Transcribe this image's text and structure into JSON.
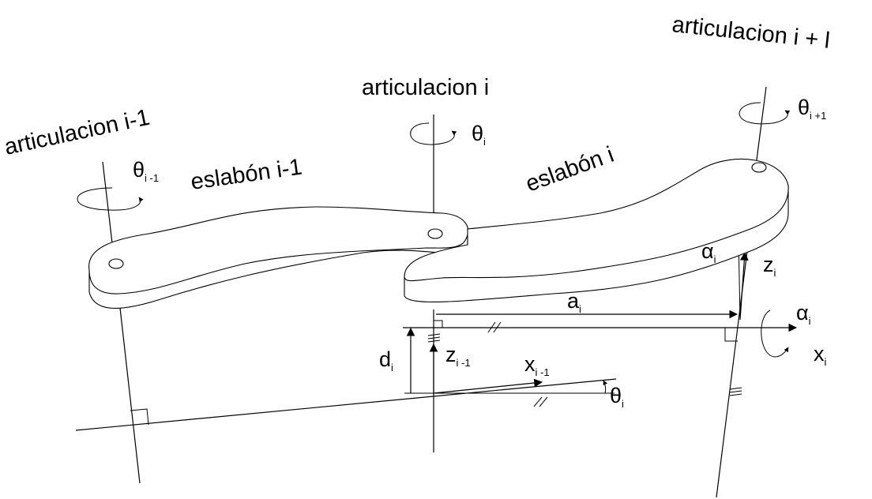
{
  "labels": {
    "joint_prev": "articulacion i-1",
    "joint_i": "articulacion i",
    "joint_next": "articulacion i + l",
    "link_prev": "eslabón i-1",
    "link_i": "eslabón i"
  },
  "symbols": {
    "theta": "θ",
    "theta_prev_sub": "i -1",
    "theta_i_sub": "i",
    "theta_next_sub": "i +1",
    "alpha": "α",
    "alpha_sub": "i",
    "a": "a",
    "a_sub": "i",
    "d": "d",
    "d_sub": "i",
    "z": "z",
    "z_i_sub": "i",
    "z_prev_sub": "i -1",
    "x": "x",
    "x_i_sub": "i",
    "x_prev_sub": "i -1"
  }
}
